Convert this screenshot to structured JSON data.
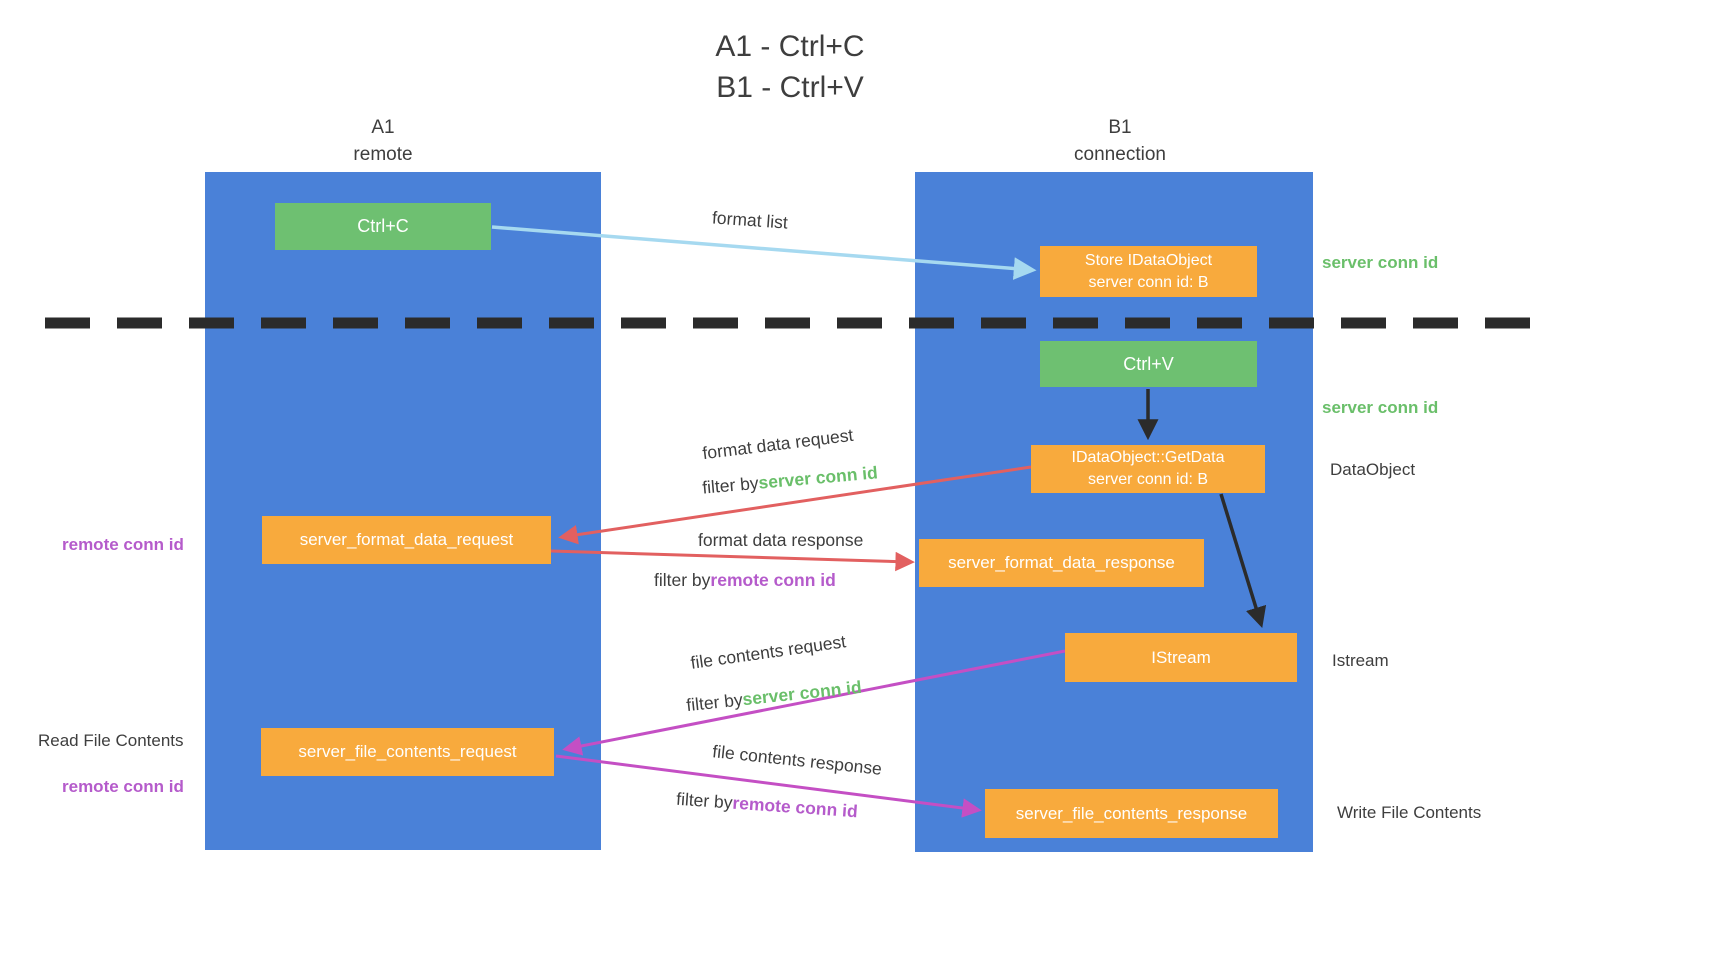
{
  "title": {
    "line1": "A1 - Ctrl+C",
    "line2": "B1 - Ctrl+V"
  },
  "lanes": {
    "left": {
      "name": "A1",
      "subtitle": "remote"
    },
    "right": {
      "name": "B1",
      "subtitle": "connection"
    }
  },
  "nodes": {
    "ctrl_c": "Ctrl+C",
    "store_idataobject_line1": "Store IDataObject",
    "store_idataobject_line2": "server conn id: B",
    "ctrl_v": "Ctrl+V",
    "getdata_line1": "IDataObject::GetData",
    "getdata_line2": "server conn id: B",
    "server_format_data_request": "server_format_data_request",
    "server_format_data_response": "server_format_data_response",
    "istream": "IStream",
    "server_file_contents_request": "server_file_contents_request",
    "server_file_contents_response": "server_file_contents_response"
  },
  "side_labels": {
    "server_conn_id_top": "server conn id",
    "server_conn_id_mid": "server conn id",
    "dataobject": "DataObject",
    "istream": "Istream",
    "write_file_contents": "Write File Contents",
    "remote_conn_id_top": "remote conn id",
    "read_file_contents": "Read File Contents",
    "remote_conn_id_bottom": "remote conn id"
  },
  "arrow_labels": {
    "format_list": "format list",
    "format_data_request": "format data request",
    "filter_by_1": "filter by",
    "server_conn_id_1": "server conn id",
    "format_data_response": "format data response",
    "filter_by_2": "filter by",
    "remote_conn_id_2": "remote conn id",
    "file_contents_request": "file contents request",
    "filter_by_3": "filter by",
    "server_conn_id_3": "server conn id",
    "file_contents_response": "file contents response",
    "filter_by_4": "filter by",
    "remote_conn_id_4": "remote conn id"
  },
  "colors": {
    "lane_blue": "#4a81d8",
    "node_green": "#6ec071",
    "node_orange": "#f8aa3d",
    "arrow_blue": "#a6d9f0",
    "arrow_red": "#e26060",
    "arrow_purple": "#c44fc4",
    "arrow_black": "#2b2b2b",
    "text_green": "#6abf6a",
    "text_purple": "#b55bcb"
  }
}
